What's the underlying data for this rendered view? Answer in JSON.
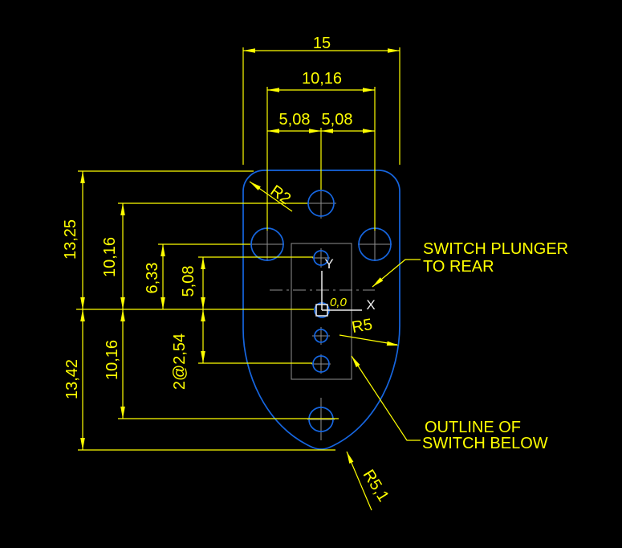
{
  "title": "switch plate cad drawing",
  "colors": {
    "background": "#000000",
    "dimension": "#ffff00",
    "outline": "#1666e0",
    "reference": "#8f8f8f",
    "ucs": "#ededed"
  },
  "dimensions": {
    "total_width": "15",
    "hole_span": "10,16",
    "half_left": "5,08",
    "half_right": "5,08",
    "upper_total": "13,25",
    "upper_hole": "10,16",
    "side_holes": "6,33",
    "plunger_hole": "5,08",
    "lower_pattern": "2@2,54",
    "lower_hole": "10,16",
    "lower_total": "13,42"
  },
  "radii": {
    "corner": "R2",
    "side": "R5",
    "bottom": "R5,1"
  },
  "notes": {
    "plunger_line1": "SWITCH PLUNGER",
    "plunger_line2": "TO REAR",
    "outline_line1": "OUTLINE OF",
    "outline_line2": "SWITCH BELOW"
  },
  "origin": {
    "coords": "0,0",
    "axis_x": "X",
    "axis_y": "Y"
  }
}
